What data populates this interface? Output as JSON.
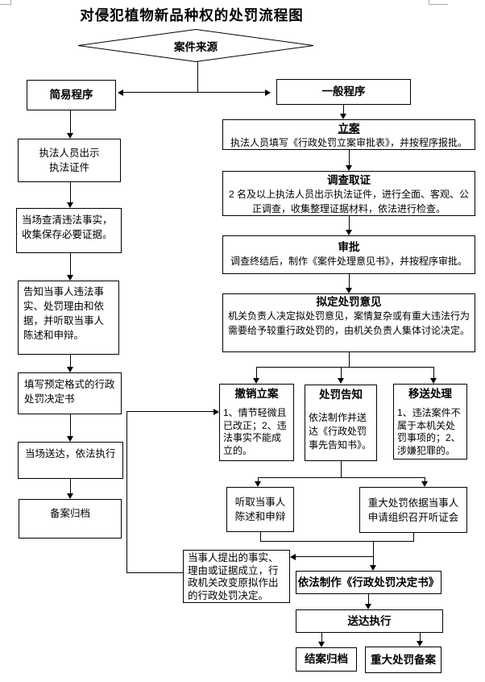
{
  "page": {
    "title": "对侵犯植物新品种权的处罚流程图"
  },
  "diamond": {
    "label": "案件来源"
  },
  "simple": {
    "header": "简易程序",
    "steps": [
      "执法人员出示\n执法证件",
      "当场查清违法事实，收集保存必要证据。",
      "告知当事人违法事实、处罚理由和依据，并听取当事人陈述和申辩。",
      "填写预定格式的行政处罚决定书",
      "当场送达，依法执行",
      "备案归档"
    ]
  },
  "general": {
    "header": "一般程序",
    "steps": [
      {
        "title": "立案",
        "body": "执法人员填写《行政处罚立案审批表》，并按程序报批。"
      },
      {
        "title": "调查取证",
        "body": "2 名及以上执法人员出示执法证件，进行全面、客观、公正调查，收集整理证据材料，依法进行检查。"
      },
      {
        "title": "审批",
        "body": "调查终结后，制作《案件处理意见书》，并按程序审批。"
      },
      {
        "title": "拟定处罚意见",
        "body": "机关负责人决定拟处罚意见，案情复杂或有重大违法行为需要给予较重行政处罚的，由机关负责人集体讨论决定。"
      }
    ]
  },
  "branches": [
    {
      "title": "撤销立案",
      "body": "1、情节轻微且已改正；2、违法事实不能成立的。"
    },
    {
      "title": "处罚告知",
      "body": "依法制作并送达《行政处罚事先告知书》。"
    },
    {
      "title": "移送处理",
      "body": "1、违法案件不属于本机关处罚事项的；2、涉嫌犯罪的。"
    }
  ],
  "hearing": {
    "statement": "听取当事人\n陈述和申辩",
    "hearing_meeting": "重大处罚依据当事人\n申请组织召开听证会"
  },
  "change_decision": "当事人提出的事实、理由或证据成立，行政机关改变原拟作出的行政处罚决定。",
  "finals": {
    "make_decision": "依法制作《行政处罚决定书》",
    "deliver": "送达执行",
    "close_case": "结案归档",
    "major_record": "重大处罚备案"
  },
  "colors": {
    "ink": "#000000",
    "margin_mark": "#a6a6a6",
    "paper": "#ffffff"
  }
}
